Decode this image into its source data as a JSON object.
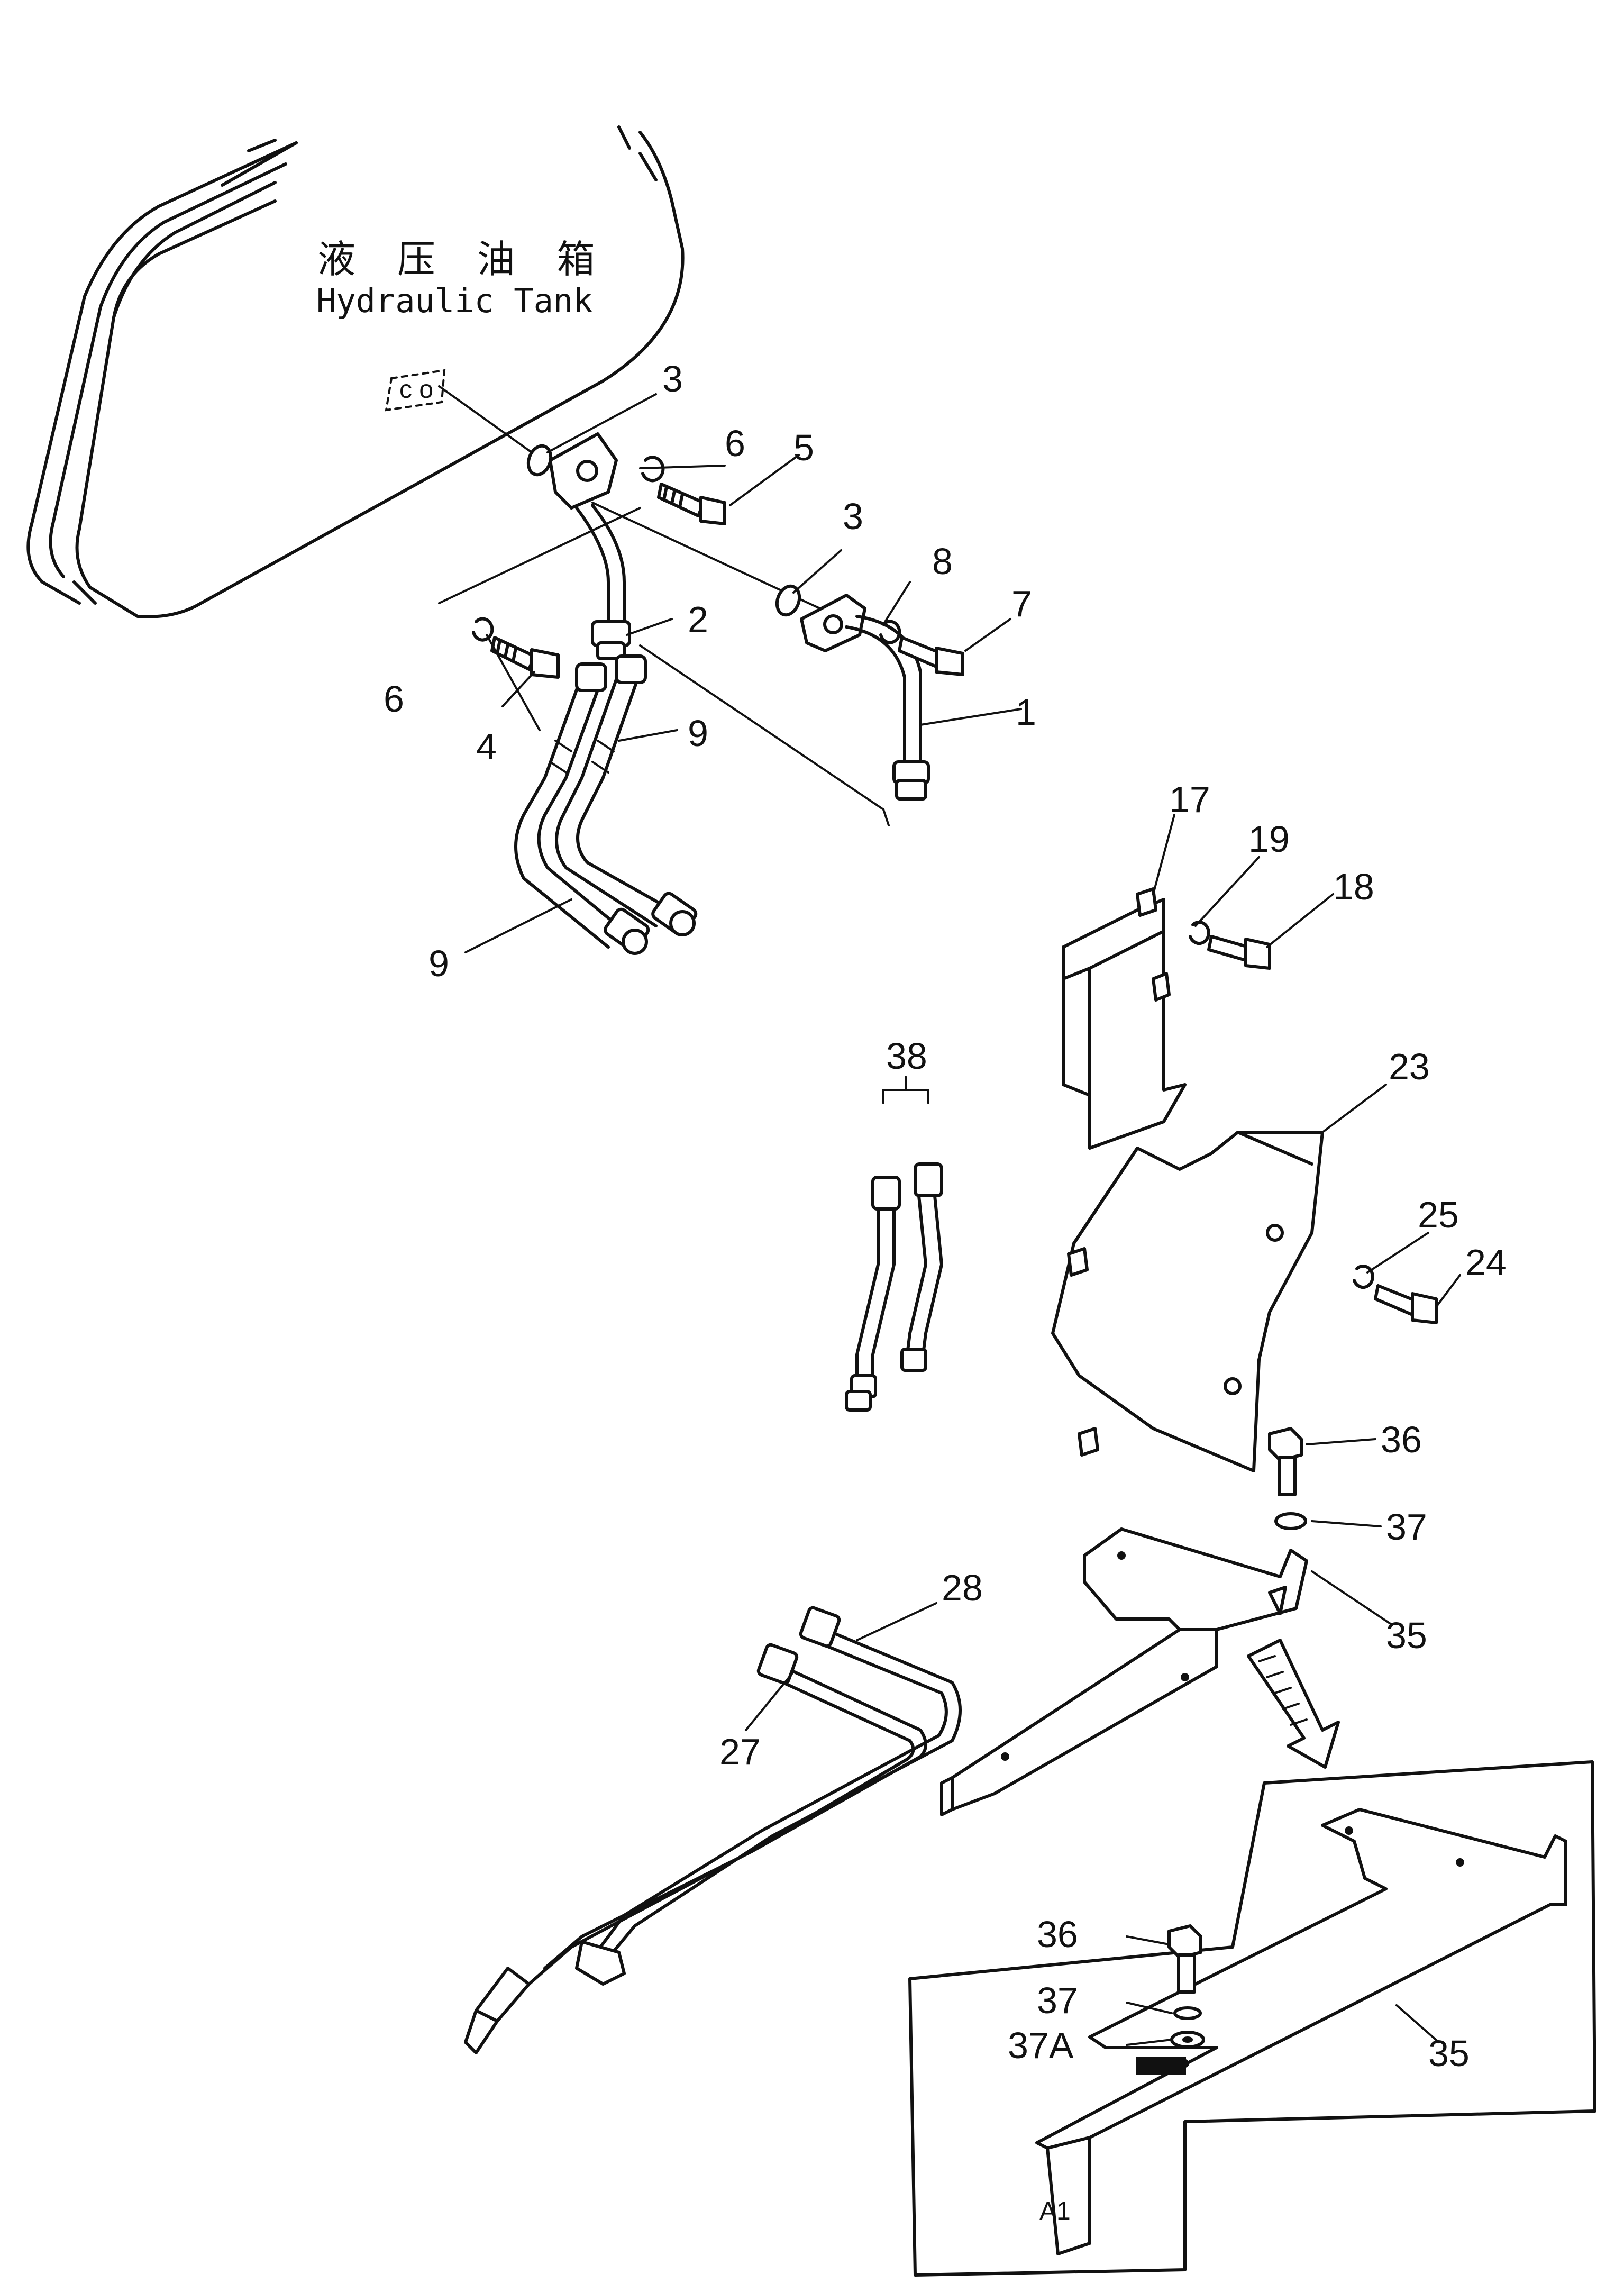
{
  "tank_label": {
    "chinese": "液 压 油 箱",
    "english": "Hydraulic Tank"
  },
  "callouts": [
    {
      "id": "c1",
      "text": "1"
    },
    {
      "id": "c2",
      "text": "2"
    },
    {
      "id": "c3a",
      "text": "3"
    },
    {
      "id": "c3b",
      "text": "3"
    },
    {
      "id": "c4",
      "text": "4"
    },
    {
      "id": "c5",
      "text": "5"
    },
    {
      "id": "c6a",
      "text": "6"
    },
    {
      "id": "c6b",
      "text": "6"
    },
    {
      "id": "c7",
      "text": "7"
    },
    {
      "id": "c8",
      "text": "8"
    },
    {
      "id": "c9a",
      "text": "9"
    },
    {
      "id": "c9b",
      "text": "9"
    },
    {
      "id": "c17",
      "text": "17"
    },
    {
      "id": "c18",
      "text": "18"
    },
    {
      "id": "c19",
      "text": "19"
    },
    {
      "id": "c23",
      "text": "23"
    },
    {
      "id": "c24",
      "text": "24"
    },
    {
      "id": "c25",
      "text": "25"
    },
    {
      "id": "c27",
      "text": "27"
    },
    {
      "id": "c28",
      "text": "28"
    },
    {
      "id": "c35a",
      "text": "35"
    },
    {
      "id": "c35b",
      "text": "35"
    },
    {
      "id": "c36a",
      "text": "36"
    },
    {
      "id": "c36b",
      "text": "36"
    },
    {
      "id": "c37a",
      "text": "37"
    },
    {
      "id": "c37b",
      "text": "37"
    },
    {
      "id": "c37A",
      "text": "37A"
    },
    {
      "id": "c38",
      "text": "38"
    }
  ],
  "fragment_text": "A1"
}
